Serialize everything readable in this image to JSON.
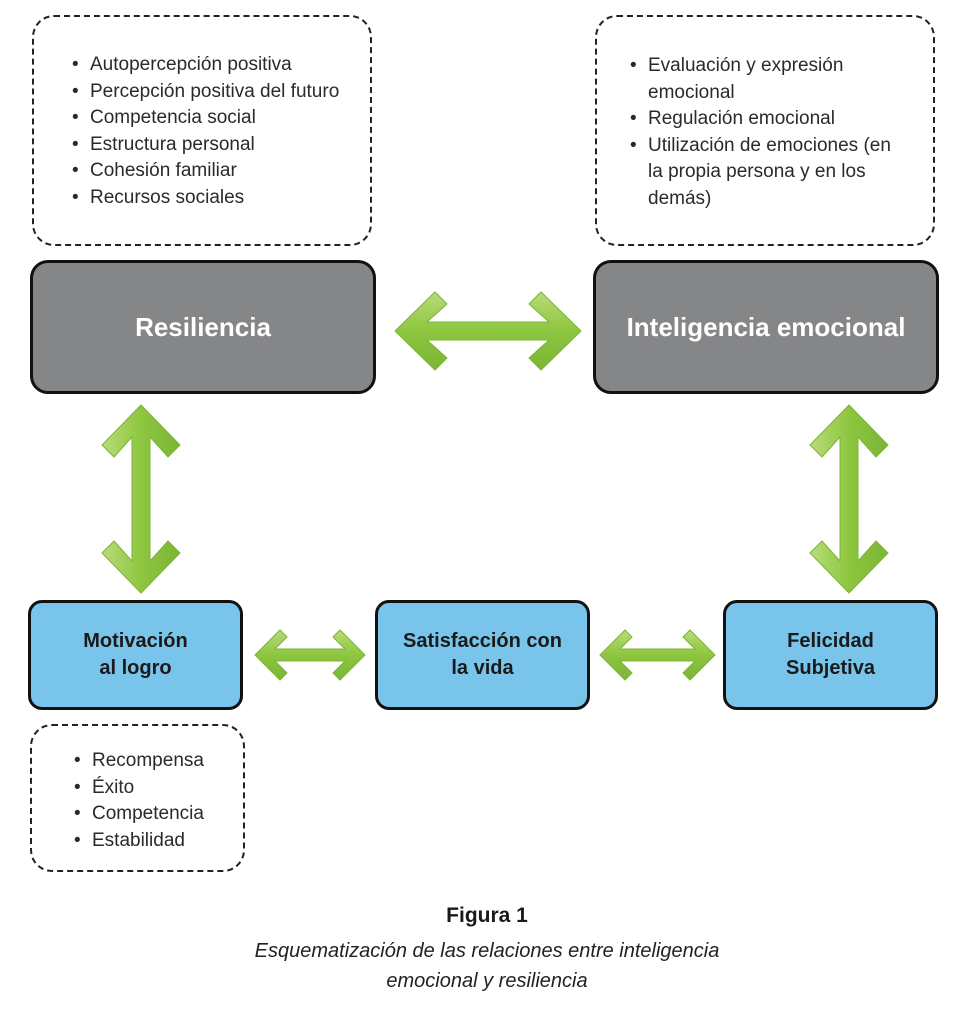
{
  "resilience_factors": [
    "Autopercepción positiva",
    "Percepción positiva del futuro",
    "Competencia social",
    "Estructura personal",
    "Cohesión familiar",
    "Recursos sociales"
  ],
  "emotional_intelligence_factors": [
    "Evaluación y expresión",
    "emocional",
    "Regulación emocional",
    "Utilización de emociones (en",
    "la propia persona y en los",
    "demás)"
  ],
  "achievement_factors": [
    "Recompensa",
    "Éxito",
    "Competencia",
    "Estabilidad"
  ],
  "nodes": {
    "resiliencia": "Resiliencia",
    "inteligencia_emocional": "Inteligencia emocional",
    "motivacion": [
      "Motivación",
      "al logro"
    ],
    "satisfaccion": [
      "Satisfacción con",
      "la vida"
    ],
    "felicidad": [
      "Felicidad",
      "Subjetiva"
    ]
  },
  "colors": {
    "arrow_fill": "#8dc63f",
    "arrow_highlight": "#b9dc7a",
    "gray_node": "#858688",
    "blue_node": "#79c4ea"
  },
  "caption": {
    "title": "Figura 1",
    "line1": "Esquematización de las relaciones entre inteligencia",
    "line2": "emocional y resiliencia"
  }
}
